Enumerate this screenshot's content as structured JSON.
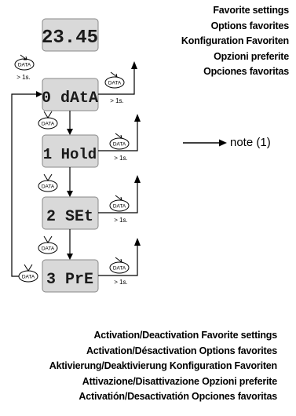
{
  "header": {
    "titles": [
      "Favorite settings",
      "Options favorites",
      "Konfiguration Favoriten",
      "Opzioni preferite",
      "Opciones favoritas"
    ]
  },
  "note": {
    "label": "note (1)"
  },
  "displays": {
    "time": "23.45",
    "menu0": "0 dAtA",
    "menu1": "1 Hold",
    "menu2": "2 SEt",
    "menu3": "3 PrE"
  },
  "key": {
    "label": "DATA",
    "hold_label": "> 1s."
  },
  "footer": {
    "lines": [
      "Activation/Deactivation Favorite settings",
      "Activation/Désactivation Options favorites",
      "Aktivierung/Deaktivierung Konfiguration Favoriten",
      "Attivazione/Disattivazione Opzioni preferite",
      "Activatión/Desactivatión Opciones favoritas"
    ]
  }
}
